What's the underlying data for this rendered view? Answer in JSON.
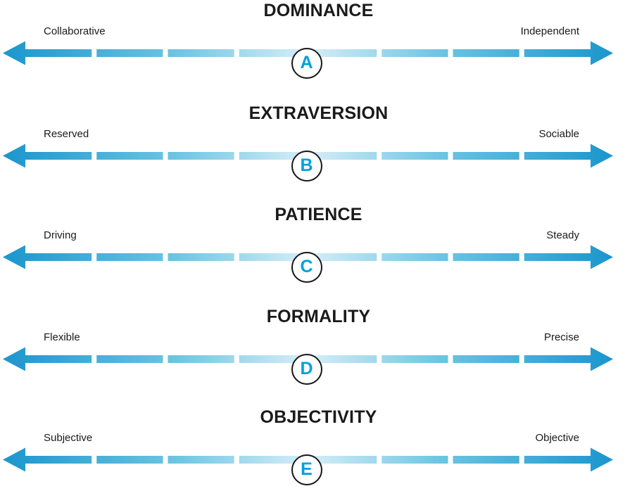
{
  "page": {
    "background": "#ffffff",
    "accent_dark": "#1a96cd",
    "accent_mid": "#6cc4e2",
    "accent_light": "#d7eef8",
    "letter_color": "#00a0dc",
    "text_color": "#1a1a1a"
  },
  "chart_data": {
    "type": "bar",
    "title": "",
    "xlabel": "",
    "ylabel": "",
    "grid": false,
    "legend": false,
    "description": "Five bipolar personality-trait spectra, each drawn as a horizontal double-headed arrow with eight tick segments and a lettered circular marker positioned at the centre of the scale.",
    "categories": [
      "DOMINANCE",
      "EXTRAVERSION",
      "PATIENCE",
      "FORMALITY",
      "OBJECTIVITY"
    ],
    "values": [
      50,
      50,
      50,
      50,
      50
    ],
    "xlim": [
      0,
      100
    ],
    "series": [
      {
        "name": "Marker position (% from left pole)",
        "values": [
          50,
          50,
          50,
          50,
          50
        ]
      }
    ],
    "annotations": [
      "A",
      "B",
      "C",
      "D",
      "E"
    ],
    "segments_per_axis": 8
  },
  "scales": [
    {
      "title": "DOMINANCE",
      "left_label": "Collaborative",
      "right_label": "Independent",
      "marker": "A",
      "marker_position": 50
    },
    {
      "title": "EXTRAVERSION",
      "left_label": "Reserved",
      "right_label": "Sociable",
      "marker": "B",
      "marker_position": 50
    },
    {
      "title": "PATIENCE",
      "left_label": "Driving",
      "right_label": "Steady",
      "marker": "C",
      "marker_position": 50
    },
    {
      "title": "FORMALITY",
      "left_label": "Flexible",
      "right_label": "Precise",
      "marker": "D",
      "marker_position": 50
    },
    {
      "title": "OBJECTIVITY",
      "left_label": "Subjective",
      "right_label": "Objective",
      "marker": "E",
      "marker_position": 50
    }
  ]
}
